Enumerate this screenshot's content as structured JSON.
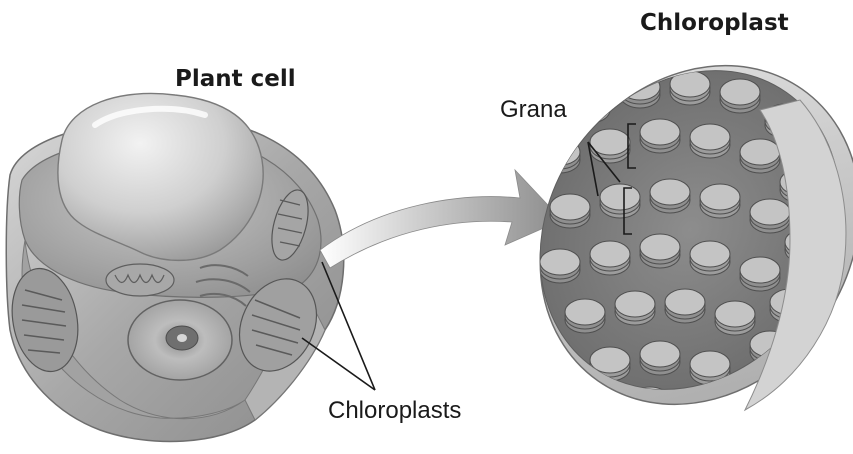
{
  "labels": {
    "plant_cell_title": "Plant cell",
    "chloroplast_title": "Chloroplast",
    "grana": "Grana",
    "chloroplasts": "Chloroplasts"
  },
  "colors": {
    "ink": "#1a1a1a",
    "cell_gray": "#9c9c9c",
    "granum_dark": "#666666",
    "granum_light": "#bdbdbd"
  }
}
